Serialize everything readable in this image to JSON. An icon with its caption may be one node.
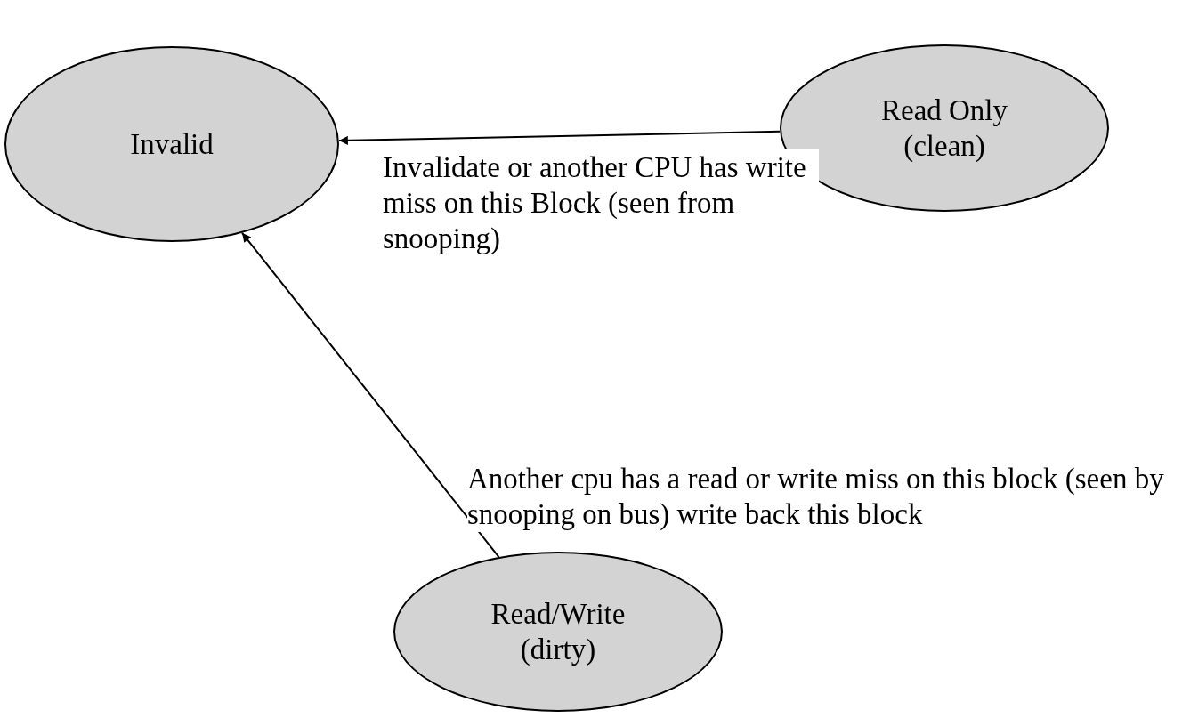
{
  "diagram": {
    "nodes": [
      {
        "text": [
          "Invalid"
        ]
      },
      {
        "text": [
          "Read Only (clean)"
        ]
      },
      {
        "text": [
          "Read/Write (dirty)"
        ]
      }
    ],
    "edges": [
      {
        "from": 1,
        "to": 0,
        "arrow": "to",
        "label": "Invalidate or another CPU has write miss on this Block (seen from snooping)"
      },
      {
        "from": 2,
        "to": 0,
        "arrow": "to",
        "label": "Another cpu has a read or write miss on this block (seen by snooping on bus) write back this block"
      }
    ]
  }
}
